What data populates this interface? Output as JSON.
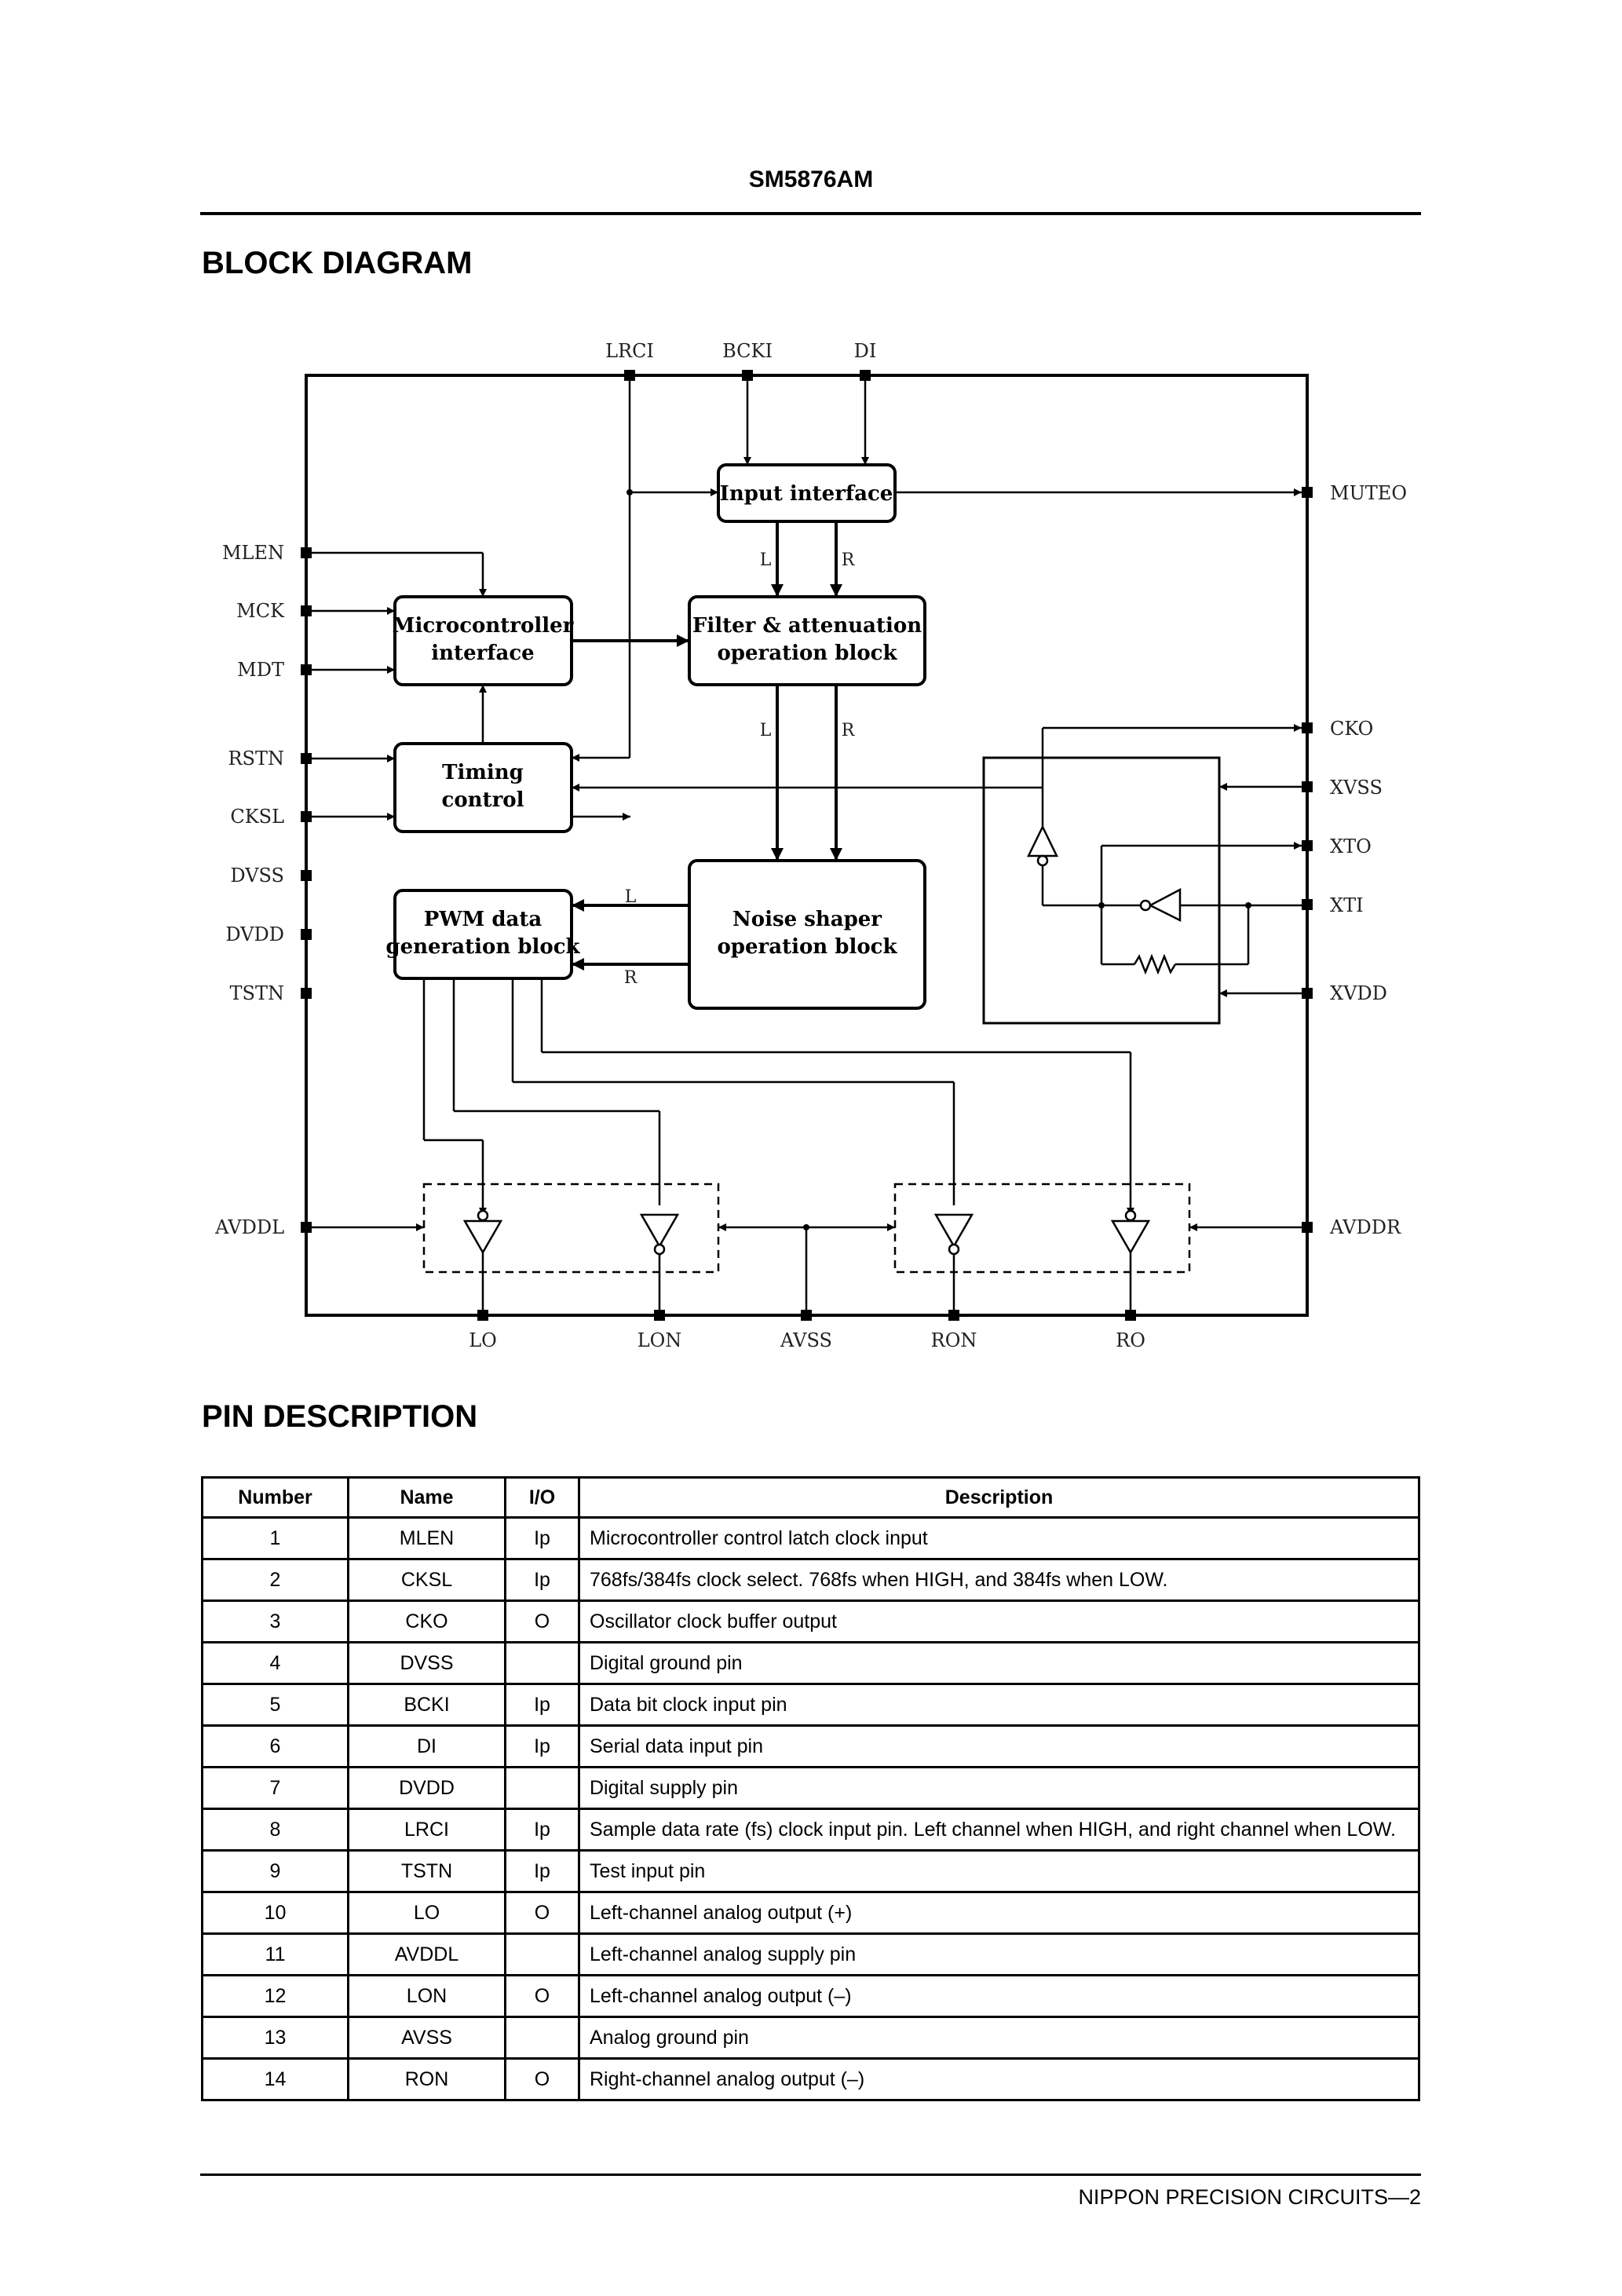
{
  "header": {
    "part_number": "SM5876AM"
  },
  "block_diagram": {
    "title": "BLOCK DIAGRAM",
    "pins": {
      "top": [
        "LRCI",
        "BCKI",
        "DI"
      ],
      "left": [
        "MLEN",
        "MCK",
        "MDT",
        "RSTN",
        "CKSL",
        "DVSS",
        "DVDD",
        "TSTN",
        "AVDDL"
      ],
      "right": [
        "MUTEO",
        "CKO",
        "XVSS",
        "XTO",
        "XTI",
        "XVDD",
        "AVDDR"
      ],
      "bottom": [
        "LO",
        "LON",
        "AVSS",
        "RON",
        "RO"
      ]
    },
    "blocks": {
      "input_interface": "Input interface",
      "micro_interface": [
        "Microcontroller",
        "interface"
      ],
      "filter_block": [
        "Filter & attenuation",
        "operation block"
      ],
      "timing_control": [
        "Timing",
        "control"
      ],
      "pwm_block": [
        "PWM data",
        "generation block"
      ],
      "noise_shaper": [
        "Noise shaper",
        "operation block"
      ]
    },
    "channel_labels": {
      "left": "L",
      "right": "R"
    }
  },
  "pin_description": {
    "title": "PIN DESCRIPTION",
    "columns": [
      "Number",
      "Name",
      "I/O",
      "Description"
    ],
    "rows": [
      [
        "1",
        "MLEN",
        "Ip",
        "Microcontroller control latch clock input"
      ],
      [
        "2",
        "CKSL",
        "Ip",
        "768fs/384fs clock select. 768fs when HIGH, and 384fs when LOW."
      ],
      [
        "3",
        "CKO",
        "O",
        "Oscillator clock buffer output"
      ],
      [
        "4",
        "DVSS",
        "",
        "Digital ground pin"
      ],
      [
        "5",
        "BCKI",
        "Ip",
        "Data bit clock input pin"
      ],
      [
        "6",
        "DI",
        "Ip",
        "Serial data input pin"
      ],
      [
        "7",
        "DVDD",
        "",
        "Digital supply pin"
      ],
      [
        "8",
        "LRCI",
        "Ip",
        "Sample data rate (fs) clock input pin. Left channel when HIGH, and right channel when LOW."
      ],
      [
        "9",
        "TSTN",
        "Ip",
        "Test input pin"
      ],
      [
        "10",
        "LO",
        "O",
        "Left-channel analog output (+)"
      ],
      [
        "11",
        "AVDDL",
        "",
        "Left-channel analog supply pin"
      ],
      [
        "12",
        "LON",
        "O",
        "Left-channel analog output (–)"
      ],
      [
        "13",
        "AVSS",
        "",
        "Analog ground pin"
      ],
      [
        "14",
        "RON",
        "O",
        "Right-channel analog output (–)"
      ]
    ]
  },
  "footer": {
    "text": "NIPPON PRECISION CIRCUITS—2"
  }
}
